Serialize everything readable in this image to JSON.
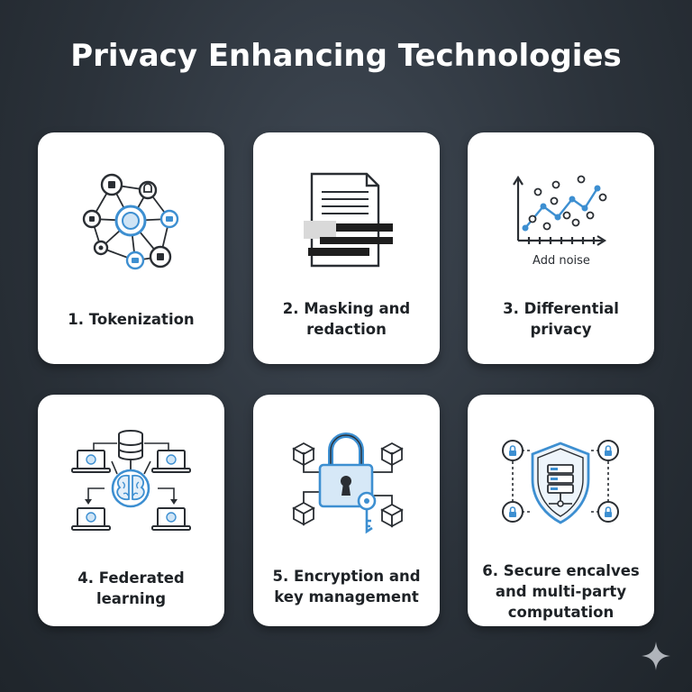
{
  "title": "Privacy Enhancing Technologies",
  "cards": [
    {
      "label": "1. Tokenization",
      "icon": "tokenization-network-icon"
    },
    {
      "label": "2. Masking and redaction",
      "icon": "redacted-document-icon"
    },
    {
      "label": "3. Differential privacy",
      "icon": "noisy-chart-icon",
      "note": "Add noise"
    },
    {
      "label": "4. Federated learning",
      "icon": "federated-network-icon"
    },
    {
      "label": "5. Encryption and key management",
      "icon": "padlock-key-icon"
    },
    {
      "label": "6. Secure encalves and multi-party computation",
      "icon": "shield-server-icon"
    }
  ],
  "colors": {
    "accent": "#3d8fd1",
    "line": "#2a2e33",
    "card": "#ffffff"
  }
}
